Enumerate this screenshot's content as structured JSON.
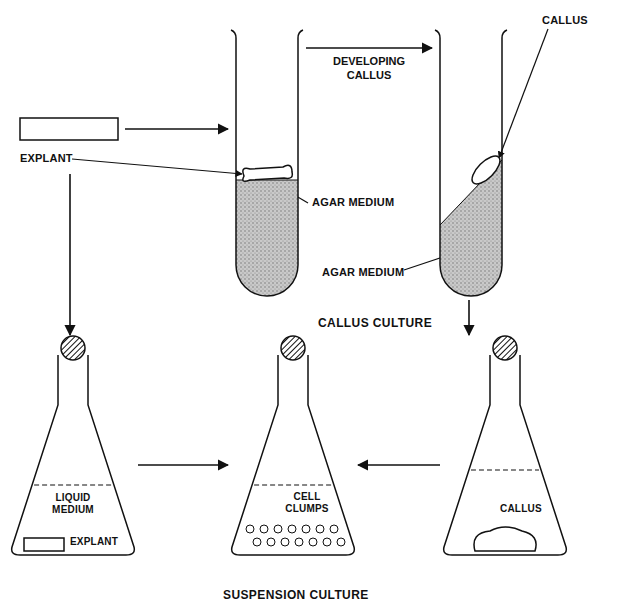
{
  "diagram": {
    "nodes": [
      {
        "text": [
          "EXPLANT"
        ]
      },
      {
        "text": [
          "AGAR MEDIUM"
        ]
      },
      {
        "text": [
          "CALLUS",
          "AGAR MEDIUM"
        ]
      },
      {
        "text": [
          "LIQUID MEDIUM",
          "EXPLANT"
        ]
      },
      {
        "text": [
          "CELL CLUMPS"
        ]
      },
      {
        "text": [
          "CALLUS"
        ]
      }
    ],
    "edges": [
      {
        "from": 0,
        "to": 1,
        "arrow": "to"
      },
      {
        "from": 1,
        "to": 2,
        "label": "DEVELOPING CALLUS",
        "arrow": "to"
      },
      {
        "from": 2,
        "to": 5,
        "arrow": "to"
      },
      {
        "from": 0,
        "to": 3,
        "arrow": "to"
      },
      {
        "from": 3,
        "to": 4,
        "arrow": "to"
      },
      {
        "from": 5,
        "to": 4,
        "arrow": "to"
      }
    ],
    "labels": [
      "CALLUS CULTURE",
      "SUSPENSION CULTURE"
    ]
  }
}
